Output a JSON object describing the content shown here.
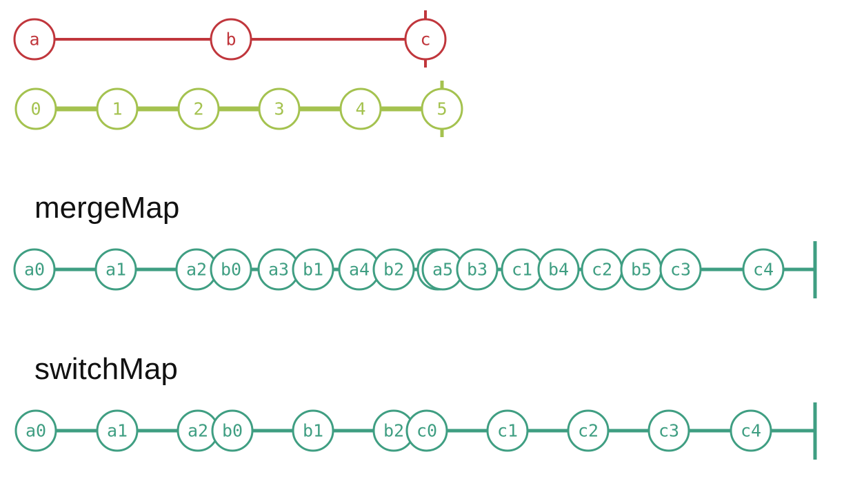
{
  "colors": {
    "red": "#c0363c",
    "olive": "#a4c24f",
    "teal": "#3f9e82"
  },
  "source": {
    "labels": [
      "a",
      "b",
      "c"
    ]
  },
  "inner": {
    "labels": [
      "0",
      "1",
      "2",
      "3",
      "4",
      "5"
    ]
  },
  "merge": {
    "title": "mergeMap",
    "labels": [
      "a0",
      "a1",
      "a2",
      "b0",
      "a3",
      "b1",
      "a4",
      "b2",
      "",
      "a5",
      "b3",
      "c1",
      "b4",
      "c2",
      "b5",
      "c3",
      "c4"
    ]
  },
  "switch": {
    "title": "switchMap",
    "labels": [
      "a0",
      "a1",
      "a2",
      "b0",
      "b1",
      "b2",
      "c0",
      "c1",
      "c2",
      "c3",
      "c4"
    ]
  }
}
